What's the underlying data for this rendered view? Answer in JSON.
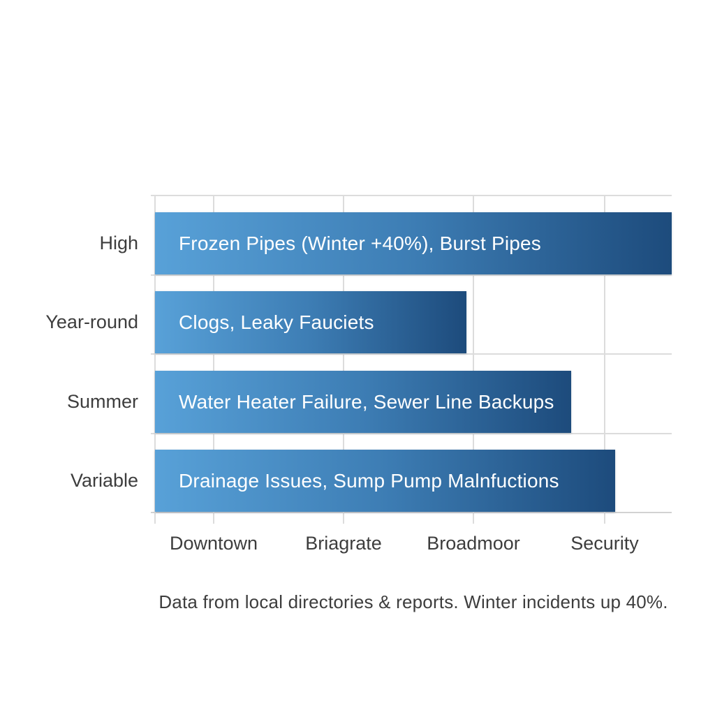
{
  "colors": {
    "background": "#ffffff",
    "bar_gradient_start": "#58a1d8",
    "bar_gradient_mid": "#3d7db4",
    "bar_gradient_end": "#1d4b7c",
    "grid_line": "#dcdcdc",
    "axis_text": "#3d3d3d",
    "bar_text": "#ffffff"
  },
  "chart_data": {
    "type": "bar",
    "orientation": "horizontal",
    "title": "",
    "grid": true,
    "legend": false,
    "x_tick_labels": [
      "Downtown",
      "Briagrate",
      "Broadmoor",
      "Security"
    ],
    "y_categories": [
      "High",
      "Year-round",
      "Summer",
      "Variable"
    ],
    "bars": [
      {
        "category": "High",
        "label": "Frozen Pipes (Winter +40%), Burst Pipes",
        "length_pct": 100
      },
      {
        "category": "Year-round",
        "label": "Clogs, Leaky Fauciets",
        "length_pct": 60.3
      },
      {
        "category": "Summer",
        "label": "Water Heater Failure, Sewer Line Backups",
        "length_pct": 80.5
      },
      {
        "category": "Variable",
        "label": "Drainage Issues, Sump Pump Malnfuctions",
        "length_pct": 89.1
      }
    ],
    "caption": "Data from local directories & reports. Winter incidents up 40%."
  }
}
